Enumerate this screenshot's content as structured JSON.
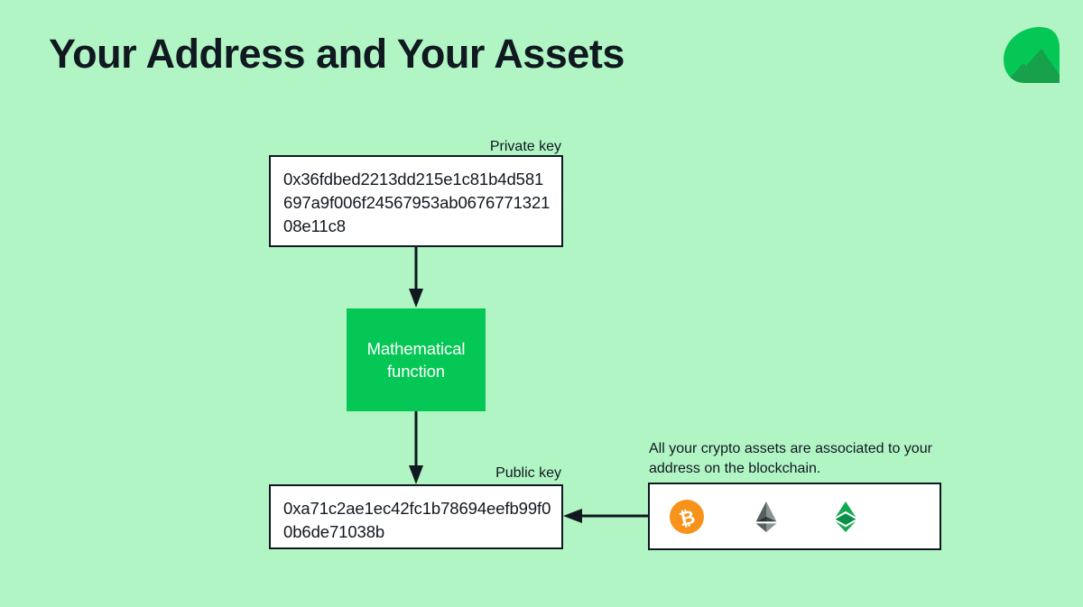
{
  "page": {
    "title": "Your Address and Your Assets",
    "background_color": "#b2f5c5",
    "accent_color": "#05c755",
    "text_color": "#101820"
  },
  "logo": {
    "name": "ledger-leaf-logo",
    "colors": {
      "light": "#05c755",
      "dark": "#16a14a"
    }
  },
  "diagram": {
    "private_key": {
      "caption": "Private key",
      "value": "0x36fdbed2213dd215e1c81b4d581697a9f006f24567953ab067677132108e11c8"
    },
    "math_function": {
      "label": "Mathematical function"
    },
    "public_key": {
      "caption": "Public key",
      "value": "0xa71c2ae1ec42fc1b78694eefb99f00b6de71038b"
    },
    "assets": {
      "note": "All your crypto assets are associated to your address on the blockchain.",
      "items": [
        {
          "icon": "bitcoin-icon",
          "name": "Bitcoin",
          "color": "#f7931a"
        },
        {
          "icon": "ethereum-icon",
          "name": "Ethereum",
          "color": "#454a75"
        },
        {
          "icon": "ethereum-classic-icon",
          "name": "Ethereum Classic",
          "color": "#0b8e48"
        }
      ]
    }
  }
}
